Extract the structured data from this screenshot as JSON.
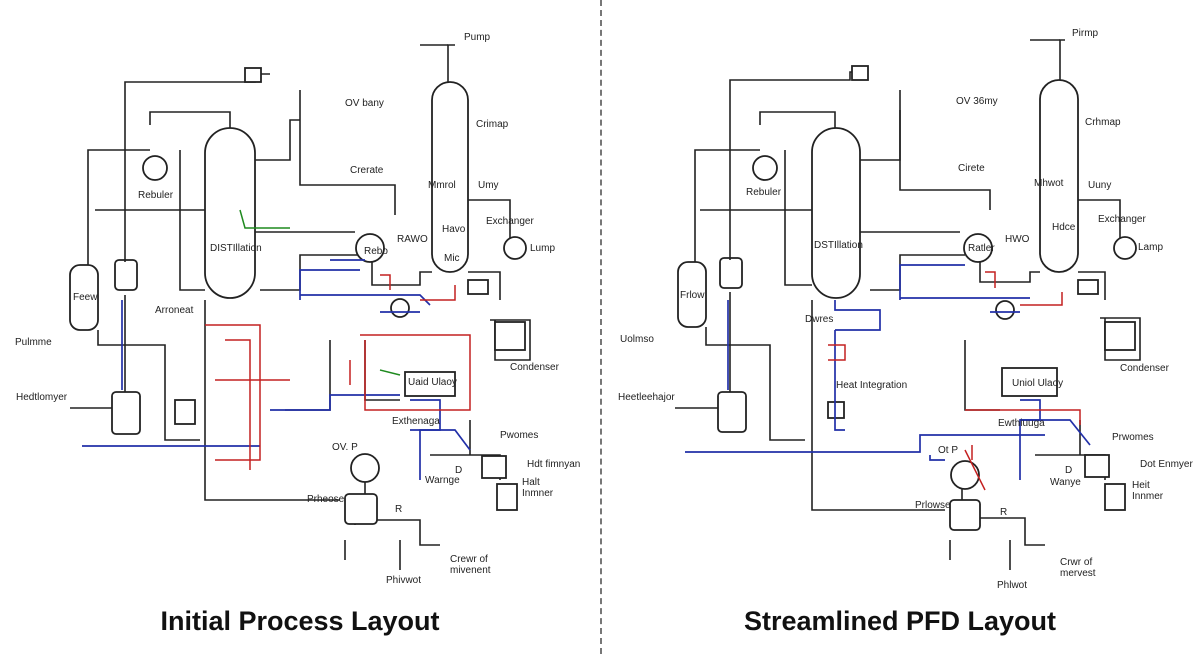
{
  "left_panel": {
    "caption": "Initial Process Layout",
    "labels": {
      "pump": "Pump",
      "ov": "OV bany",
      "crimap": "Crimap",
      "crerate": "Crerate",
      "reboiler": "Rebuler",
      "mmrol": "Mmrol",
      "umy": "Umy",
      "exchanger": "Exchanger",
      "havo": "Havo",
      "distillation": "DISTIllation",
      "rebo": "Rebo",
      "rawo": "RAWO",
      "mic": "Mic",
      "lump": "Lump",
      "feed": "Feew",
      "arromeat": "Arroneat",
      "pulmme": "Pulmme",
      "heat_exchanger": "Hedtlomyer",
      "utility": "Uaid Ulaoy",
      "condenser": "Condenser",
      "exchangers": "Exthenaga",
      "products": "Pwomes",
      "heat_transfer": "Hdt fimnyan",
      "valve": "Warnge",
      "heat_inner": "Halt\nInmner",
      "ovp": "OV. P",
      "prheose": "Prheose",
      "r": "R",
      "d": "D",
      "crew": "Crewr of\nmivenent",
      "phiwot": "Phivwot"
    }
  },
  "right_panel": {
    "caption": "Streamlined PFD Layout",
    "labels": {
      "pump": "Pirmp",
      "ov": "OV 36my",
      "crimap": "Crhmap",
      "crerate": "Cirete",
      "reboiler": "Rebuler",
      "mmrol": "Mhwot",
      "umy": "Uuny",
      "exchanger": "Exchanger",
      "havo": "Hdce",
      "distillation": "DSTIllation",
      "rebo": "Ratler",
      "rawo": "HWO",
      "lump": "Lamp",
      "feed": "Frlow",
      "arromeat": "Dwres",
      "pulmme": "Uolmso",
      "heat_exchanger": "Heetleehajor",
      "heat_integration": "Heat Integration",
      "utility": "Uniol Ulaoy",
      "condenser": "Condenser",
      "exchangers": "Ewthiuuga",
      "products": "Prwomes",
      "heat_transfer": "Dot Enmyer",
      "valve": "Wanye",
      "heat_inner": "Heit\nInnmer",
      "ovp": "Ot P",
      "prheose": "Prlowse",
      "r": "R",
      "d": "D",
      "crew": "Crwr of\nmervest",
      "phiwot": "Phlwot"
    }
  },
  "colors": {
    "line": "#222222",
    "blue_stream": "#2230a8",
    "red_stream": "#c42020",
    "green_stream": "#1f8a1f",
    "divider": "#777777"
  }
}
